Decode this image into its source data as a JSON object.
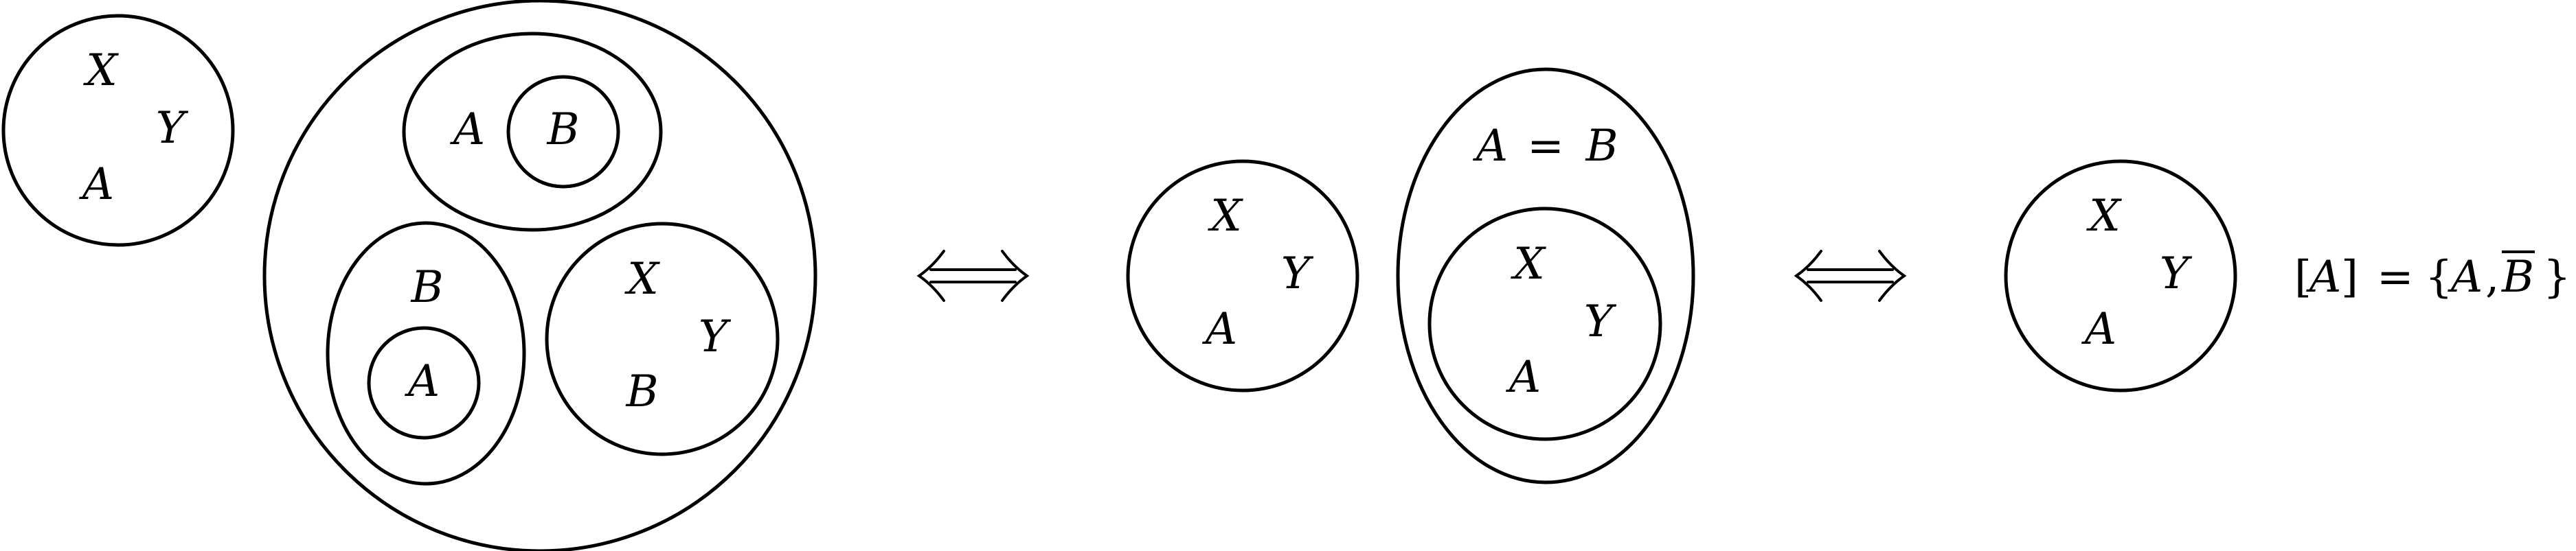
{
  "diagram": {
    "left": {
      "small_circle": {
        "x": "X",
        "y": "Y",
        "a": "A"
      },
      "big_circle": {
        "top_group": {
          "outer_a": "A",
          "inner_b": "B"
        },
        "left_group": {
          "outer_b": "B",
          "inner_a": "A"
        },
        "right_group": {
          "x": "X",
          "y": "Y",
          "b": "B"
        }
      }
    },
    "middle": {
      "circle": {
        "x": "X",
        "y": "Y",
        "a": "A"
      },
      "ellipse": {
        "eq_a": "A",
        "eq_sign": "=",
        "eq_b": "B",
        "inner": {
          "x": "X",
          "y": "Y",
          "a": "A"
        }
      }
    },
    "right": {
      "circle": {
        "x": "X",
        "y": "Y",
        "a": "A"
      },
      "formula": {
        "open_bracket": "[",
        "class_var": "A",
        "close_bracket": "]",
        "equals": "=",
        "open_brace": "{",
        "elem_a": "A",
        "comma": ",",
        "elem_b": "B",
        "close_brace": "}"
      }
    }
  }
}
